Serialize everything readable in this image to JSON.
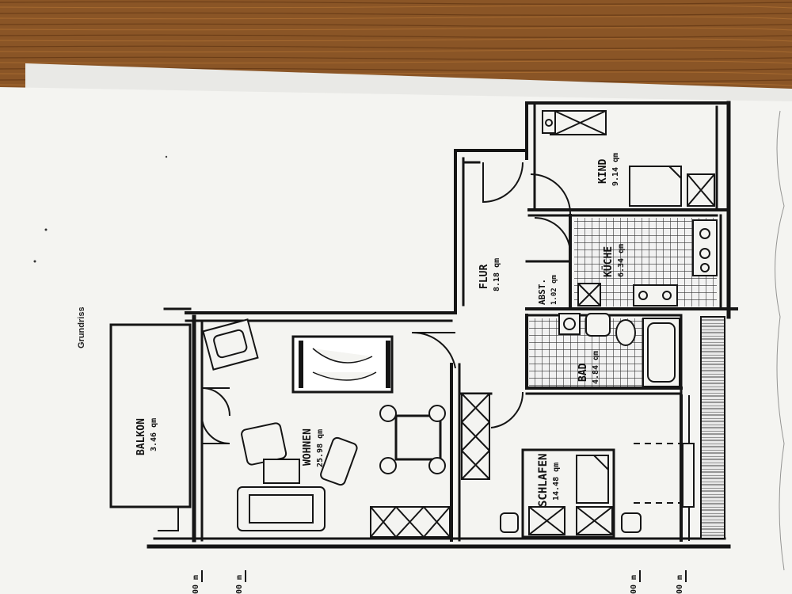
{
  "title": "Grundriss",
  "rooms": {
    "balkon": {
      "name": "BALKON",
      "area": "3.46 qm"
    },
    "wohnen": {
      "name": "WOHNEN",
      "area": "25.98 qm"
    },
    "flur": {
      "name": "FLUR",
      "area": "8.18 qm"
    },
    "abst": {
      "name": "ABST.",
      "area": "1.02 qm"
    },
    "kuche": {
      "name": "KÜCHE",
      "area": "6.34 qm"
    },
    "kind": {
      "name": "KIND",
      "area": "9.14 qm"
    },
    "bad": {
      "name": "BAD",
      "area": "4.84 qm"
    },
    "schlafen": {
      "name": "SCHLAFEN",
      "area": "14.48 qm"
    }
  },
  "dimensions": [
    "00 m",
    "00 m",
    "00 m",
    "00 m"
  ],
  "colors": {
    "wood": "#8a5526",
    "paper": "#f4f4f1",
    "ink": "#151515"
  }
}
